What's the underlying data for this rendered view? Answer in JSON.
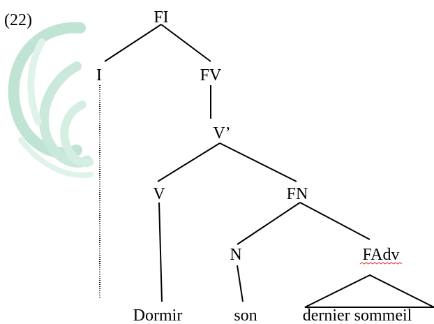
{
  "example_number": "(22)",
  "tree": {
    "nodes": {
      "FI": "FI",
      "I": "I",
      "FV": "FV",
      "Vbar": "V’",
      "V": "V",
      "FN": "FN",
      "N": "N",
      "FAdv": "FAdv"
    },
    "leaves": {
      "dormir": "Dormir",
      "son": "son",
      "dernier_sommeil": "dernier sommeil"
    }
  },
  "colors": {
    "watermark": "#8ecfb2",
    "spellcheck": "#d6332f"
  }
}
